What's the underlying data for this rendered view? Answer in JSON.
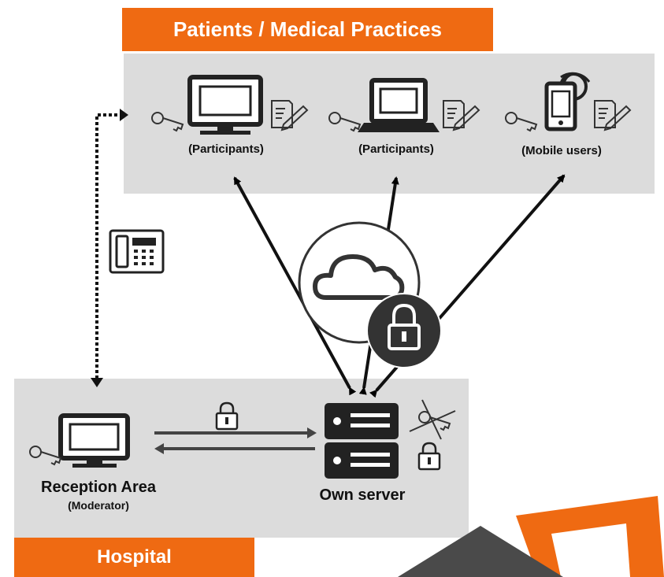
{
  "patients_banner": "Patients / Medical Practices",
  "hospital_banner": "Hospital",
  "devices": [
    {
      "label": "(Participants)",
      "icon": "desktop-monitor-icon"
    },
    {
      "label": "(Participants)",
      "icon": "laptop-icon"
    },
    {
      "label": "(Mobile users)",
      "icon": "mobile-phone-icon"
    }
  ],
  "reception": {
    "title": "Reception Area",
    "subtitle": "(Moderator)"
  },
  "server": {
    "title": "Own server"
  },
  "colors": {
    "accent": "#ef6a12",
    "zone": "#dcdcdc",
    "dark": "#333333",
    "logo_gray": "#4a4a4a"
  }
}
